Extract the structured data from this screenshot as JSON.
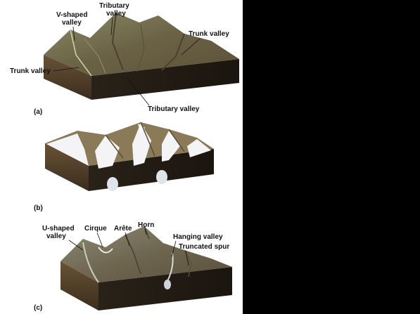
{
  "panels": [
    {
      "letter": "(a)",
      "labels": {
        "v_shaped_line1": "V-shaped",
        "v_shaped_line2": "valley",
        "tributary_top_line1": "Tributary",
        "tributary_top_line2": "valley",
        "trunk_right": "Trunk valley",
        "trunk_left": "Trunk valley",
        "tributary_bottom": "Tributary valley"
      }
    },
    {
      "letter": "(b)",
      "labels": {}
    },
    {
      "letter": "(c)",
      "labels": {
        "u_shaped_line1": "U-shaped",
        "u_shaped_line2": "valley",
        "cirque": "Cirque",
        "arete": "Arête",
        "horn": "Horn",
        "hanging_valley": "Hanging valley",
        "truncated_spur": "Truncated spur"
      }
    }
  ],
  "colors": {
    "terrain_brown": "#7a6a4e",
    "terrain_green": "#6e7658",
    "block_side": "#4a3d2c",
    "block_front": "#2a221a",
    "ice": "#f4f4f6"
  }
}
